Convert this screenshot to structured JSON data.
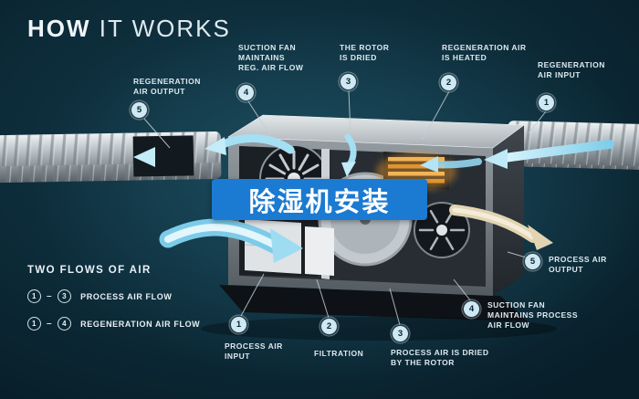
{
  "title": {
    "word_bold": "HOW",
    "word_light": "IT WORKS"
  },
  "banner": {
    "text": "除湿机安装"
  },
  "colors": {
    "background": "#0e2e3c",
    "accent_cyan": "#9fdcf2",
    "heater_orange": "#e2952f",
    "process_output_tan": "#e2d4b2",
    "banner_blue": "#1b7ad1",
    "text": "#dde9ef"
  },
  "callouts": {
    "reg_air_output": {
      "num": "5",
      "label": "REGENERATION\nAIR OUTPUT"
    },
    "suction_fan_reg": {
      "num": "4",
      "label": "SUCTION FAN\nMAINTAINS\nREG. AIR FLOW"
    },
    "rotor_dried": {
      "num": "3",
      "label": "THE ROTOR\nIS DRIED"
    },
    "reg_air_heated": {
      "num": "2",
      "label": "REGENERATION AIR\nIS HEATED"
    },
    "reg_air_input": {
      "num": "1",
      "label": "REGENERATION\nAIR INPUT"
    },
    "process_air_output": {
      "num": "5",
      "label": "PROCESS AIR\nOUTPUT"
    },
    "suction_fan_process": {
      "num": "4",
      "label": "SUCTION FAN\nMAINTAINS PROCESS\nAIR FLOW"
    },
    "process_air_dried": {
      "num": "3",
      "label": "PROCESS AIR IS DRIED\nBY THE ROTOR"
    },
    "filtration": {
      "num": "2",
      "label": "FILTRATION"
    },
    "process_air_input": {
      "num": "1",
      "label": "PROCESS AIR\nINPUT"
    }
  },
  "legend": {
    "heading": "TWO FLOWS OF AIR",
    "separator": "–",
    "rows": [
      {
        "from": "1",
        "to": "3",
        "label": "PROCESS AIR FLOW"
      },
      {
        "from": "1",
        "to": "4",
        "label": "REGENERATION AIR FLOW"
      }
    ]
  }
}
